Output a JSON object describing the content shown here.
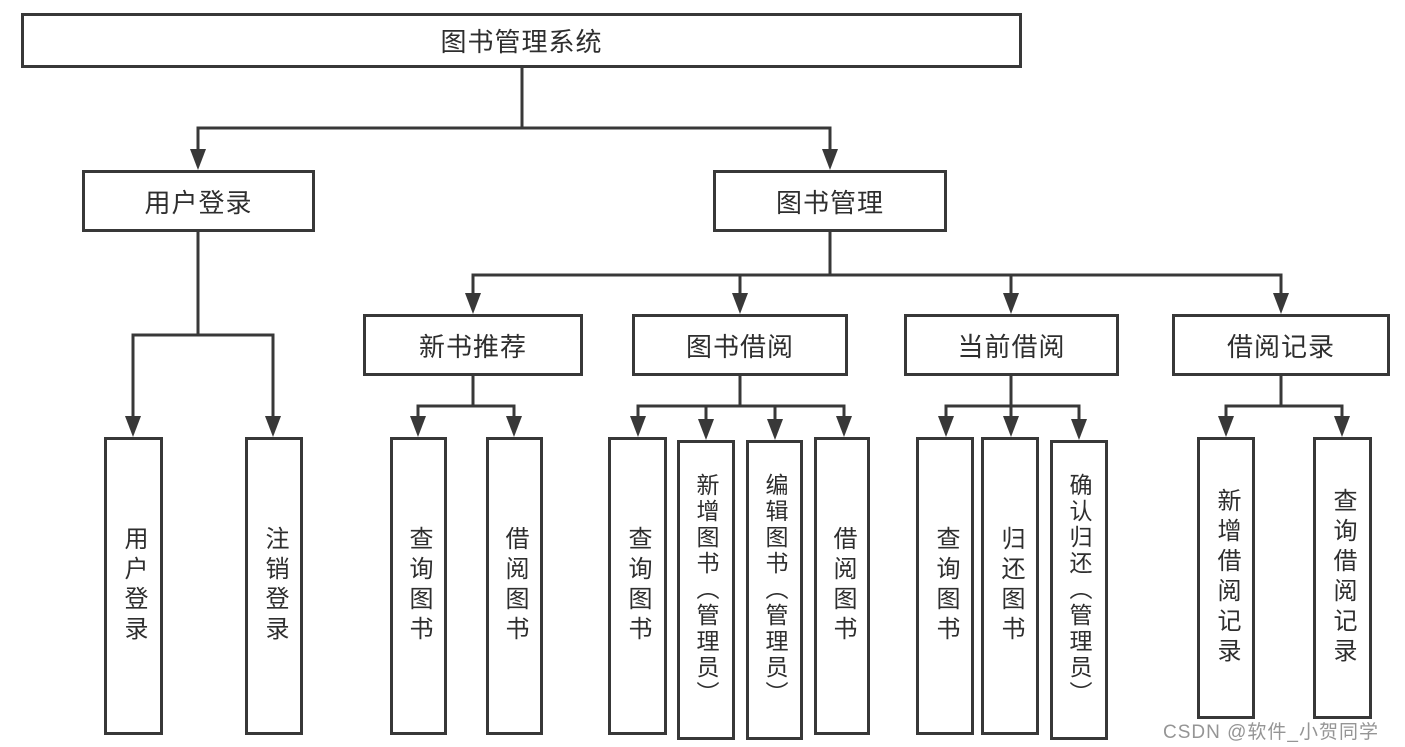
{
  "diagram": {
    "root": {
      "label": "图书管理系统"
    },
    "branches": [
      {
        "label": "用户登录",
        "children": [
          {
            "label": "用户登录"
          },
          {
            "label": "注销登录"
          }
        ]
      },
      {
        "label": "图书管理",
        "children": [
          {
            "label": "新书推荐",
            "children": [
              {
                "label": "查询图书"
              },
              {
                "label": "借阅图书"
              }
            ]
          },
          {
            "label": "图书借阅",
            "children": [
              {
                "label": "查询图书"
              },
              {
                "label": "新增图书（管理员）"
              },
              {
                "label": "编辑图书（管理员）"
              },
              {
                "label": "借阅图书"
              }
            ]
          },
          {
            "label": "当前借阅",
            "children": [
              {
                "label": "查询图书"
              },
              {
                "label": "归还图书"
              },
              {
                "label": "确认归还（管理员）"
              }
            ]
          },
          {
            "label": "借阅记录",
            "children": [
              {
                "label": "新增借阅记录"
              },
              {
                "label": "查询借阅记录"
              }
            ]
          }
        ]
      }
    ]
  },
  "watermark": {
    "text": "CSDN @软件_小贺同学"
  },
  "colors": {
    "line": "#383838",
    "text": "#2e2e2e",
    "background": "#ffffff",
    "watermark": "#828282"
  }
}
